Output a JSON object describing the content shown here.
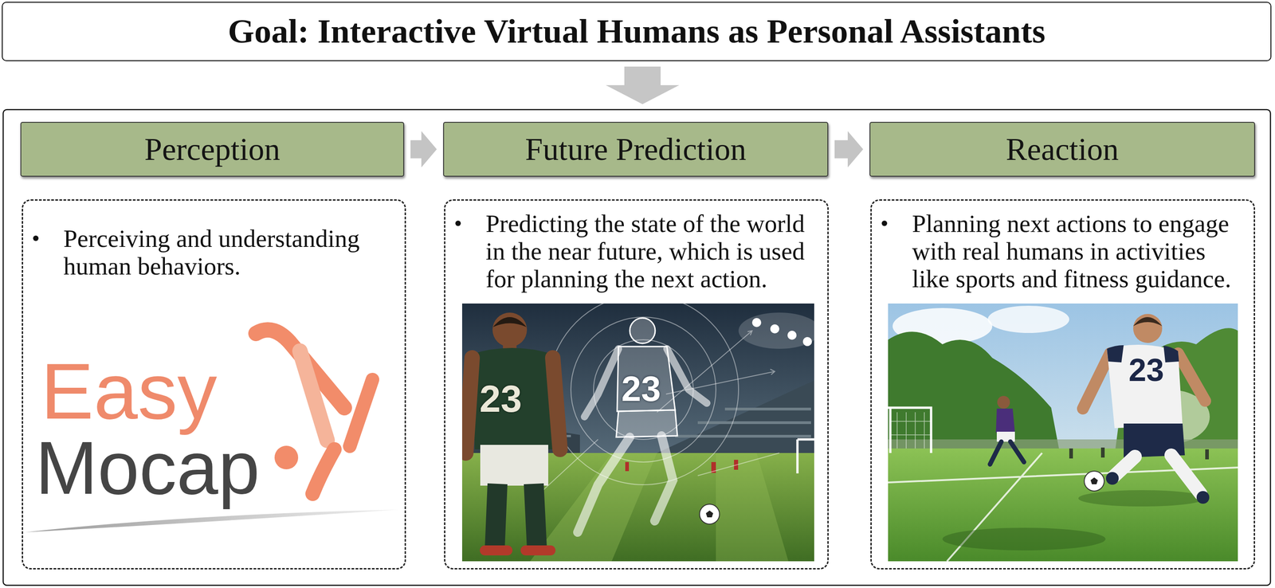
{
  "diagram": {
    "nodes": [
      {
        "text": [
          "Goal: Interactive Virtual Humans as Personal Assistants"
        ]
      },
      {
        "text": [
          "Perception"
        ]
      },
      {
        "text": [
          "Perceiving and understanding human behaviors."
        ]
      },
      {
        "text": [
          "Future Prediction"
        ]
      },
      {
        "text": [
          "Predicting the state of the world in the near future, which is used for planning the next action."
        ]
      },
      {
        "text": [
          "Reaction"
        ]
      },
      {
        "text": [
          "Planning next actions to engage with real humans in activities like sports and fitness guidance."
        ]
      }
    ],
    "edges": [
      {
        "from": 1,
        "to": 3,
        "arrow": "to"
      },
      {
        "from": 3,
        "to": 5,
        "arrow": "to"
      }
    ],
    "labels": [
      "Easy",
      "Mocap",
      "23",
      "23",
      "23"
    ]
  }
}
